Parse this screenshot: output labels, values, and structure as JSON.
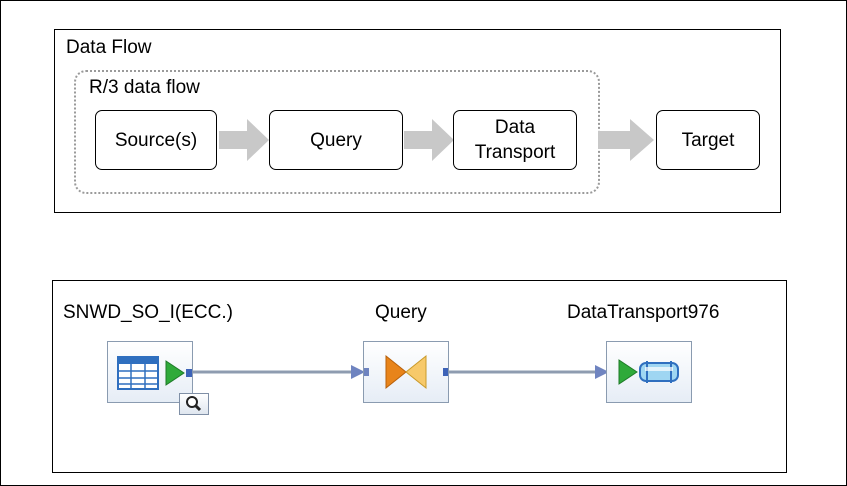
{
  "concept_diagram": {
    "title": "Data Flow",
    "group_title": "R/3 data flow",
    "nodes": {
      "source": "Source(s)",
      "query": "Query",
      "transport": "Data\nTransport",
      "target": "Target"
    }
  },
  "tool_diagram": {
    "nodes": {
      "source": "SNWD_SO_I(ECC.)",
      "query": "Query",
      "transport": "DataTransport976"
    },
    "icons": {
      "source": "table-icon",
      "query": "query-bowtie-icon",
      "transport": "transport-icon",
      "magnifier": "magnifier-icon"
    }
  },
  "colors": {
    "arrow_gray": "#c8c8c8",
    "connector_line": "#8e9cb0",
    "connector_head": "#6f84c0",
    "play_green": "#2faa3a",
    "query_orange": "#e8841a"
  }
}
